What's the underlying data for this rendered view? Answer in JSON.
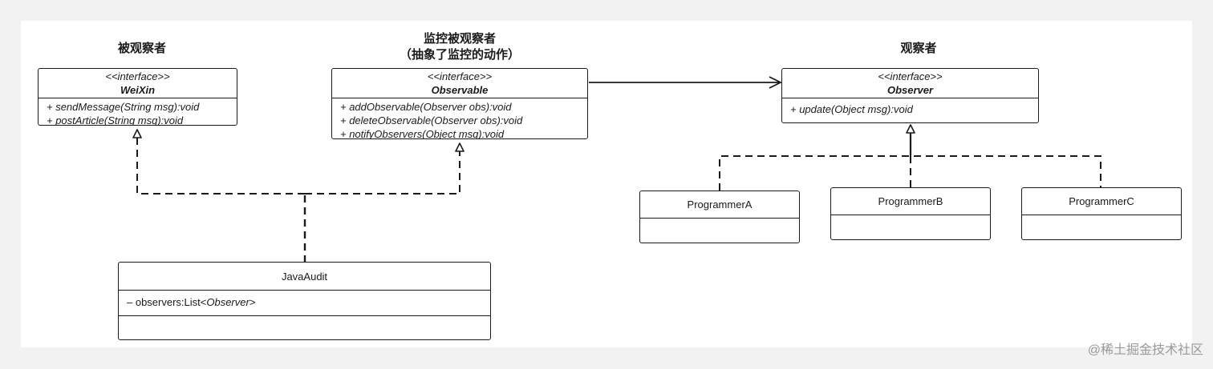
{
  "headings": {
    "subject": "被观察者",
    "monitor_line1": "监控被观察者",
    "monitor_line2": "（抽象了监控的动作）",
    "observer": "观察者"
  },
  "weixin": {
    "stereotype": "<<interface>>",
    "name": "WeiXin",
    "operations": [
      "+ sendMessage(String msg):void",
      "+ postArticle(String msg):void"
    ]
  },
  "observable": {
    "stereotype": "<<interface>>",
    "name": "Observable",
    "operations": [
      "+ addObservable(Observer obs):void",
      "+ deleteObservable(Observer obs):void",
      "+ notifyObservers(Object msg):void"
    ]
  },
  "observer": {
    "stereotype": "<<interface>>",
    "name": "Observer",
    "operations": [
      "+ update(Object msg):void"
    ]
  },
  "java_audit": {
    "name": "JavaAudit",
    "attr_prefix": "– observers:List<",
    "attr_type": "Observer",
    "attr_suffix": ">"
  },
  "programmers": [
    {
      "name": "ProgrammerA"
    },
    {
      "name": "ProgrammerB"
    },
    {
      "name": "ProgrammerC"
    }
  ],
  "watermark": "@稀土掘金技术社区",
  "colors": {
    "line": "#1a1a1a",
    "background": "#f2f2f2",
    "canvas": "#ffffff",
    "watermark": "#9a9a9a"
  }
}
